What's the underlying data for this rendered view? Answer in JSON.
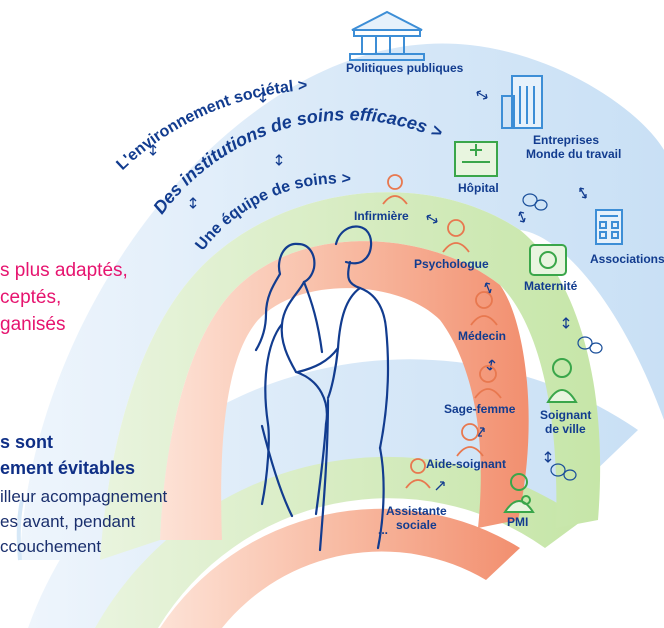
{
  "arcs": {
    "societal": "L'environnement sociétal >",
    "institutions": "Des institutions de soins efficaces >",
    "team": "Une équipe de soins >"
  },
  "actors": {
    "politiques": "Politiques publiques",
    "entreprises_1": "Entreprises",
    "entreprises_2": "Monde du travail",
    "associations": "Associations",
    "hopital": "Hôpital",
    "maternite": "Maternité",
    "soignant_1": "Soignant",
    "soignant_2": "de ville",
    "pmi": "PMI",
    "infirmiere": "Infirmière",
    "psychologue": "Psychologue",
    "medecin": "Médecin",
    "sage_femme": "Sage-femme",
    "aide_soignant": "Aide-soignant",
    "assistante_1": "Assistante",
    "assistante_2": "sociale",
    "ellipsis": "..."
  },
  "left_text": {
    "pink_1": "s plus adaptés,",
    "pink_2": "ceptés,",
    "pink_3": "ganisés",
    "bold_1": "s sont",
    "bold_2": "ement évitables",
    "body_1": "illeur acompagnement",
    "body_2": "es avant, pendant",
    "body_3": "ccouchement"
  },
  "colors": {
    "outer_arc": "#d6e8f7",
    "middle_arc": "#cfe7b6",
    "inner_arc": "#f4a489",
    "label_blue": "#123c8f",
    "icon_blue": "#3d8ed6",
    "icon_green": "#3aa64a",
    "icon_orange": "#e8784f",
    "pink_text": "#e6146f"
  }
}
